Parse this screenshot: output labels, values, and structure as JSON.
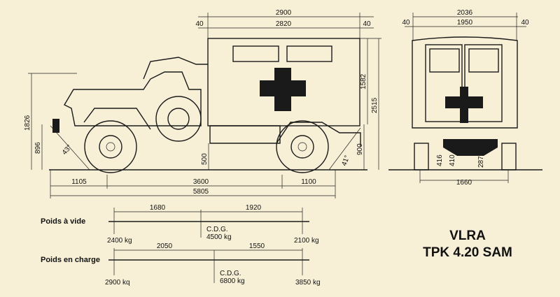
{
  "side_view": {
    "top_dims": {
      "overall": "2900",
      "box": "2820",
      "left_overhang": "40",
      "right_overhang": "40"
    },
    "vertical_dims": {
      "total_height": "1826",
      "front_height": "896",
      "ground_clearance": "500",
      "box_height": "1582",
      "overall_height": "2515",
      "rear_height": "900"
    },
    "angles": {
      "approach": "43°",
      "departure": "41°"
    },
    "bottom_dims": {
      "front_overhang": "1105",
      "wheelbase": "3600",
      "rear_overhang": "1100",
      "length": "5805"
    }
  },
  "rear_view": {
    "width": "2036",
    "box_width": "1950",
    "left": "40",
    "right": "40",
    "track": "1660",
    "h1": "416",
    "h2": "410",
    "h3": "287"
  },
  "weights": {
    "empty": {
      "label": "Poids à vide",
      "d1": "1680",
      "d2": "1920",
      "front": "2400 kg",
      "cdg": "C.D.G.",
      "total": "4500 kg",
      "rear": "2100 kg"
    },
    "loaded": {
      "label": "Poids en charge",
      "d1": "2050",
      "d2": "1550",
      "front": "2900 kq",
      "cdg": "C.D.G.",
      "total": "6800 kg",
      "rear": "3850 kg"
    }
  },
  "title": {
    "line1": "VLRA",
    "line2": "TPK 4.20 SAM"
  }
}
